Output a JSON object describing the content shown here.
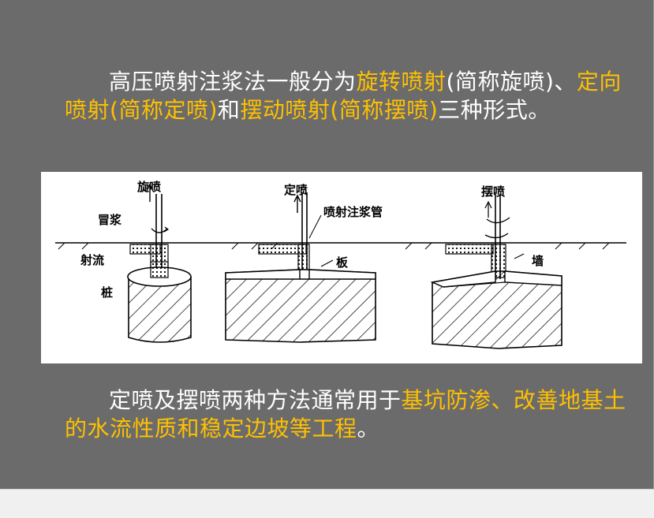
{
  "paragraph1": {
    "t1": "高压喷射注浆法一般分为",
    "h1": "旋转喷射",
    "t2": "(简称旋喷)、",
    "h2": "定向喷射",
    "h3": "(简称定喷)",
    "t3": "和",
    "h4": "摆动喷射",
    "h5": "(简称摆喷)",
    "t4": "三种形式。"
  },
  "paragraph2": {
    "t1": "定喷及摆喷两种方法通常用于",
    "h1": "基坑防渗、改善地基土的水流性质和稳定边坡等工程",
    "t2": "。"
  },
  "figure": {
    "labels": {
      "rotary": "旋喷",
      "overflow": "冒浆",
      "jet": "射流",
      "pile": "桩",
      "directional": "定喷",
      "pipe": "喷射注浆管",
      "plate": "板",
      "swing": "摆喷",
      "wall": "墙"
    }
  },
  "colors": {
    "slide_bg": "#6b6b6b",
    "highlight": "#ffc000",
    "text": "#ffffff"
  }
}
